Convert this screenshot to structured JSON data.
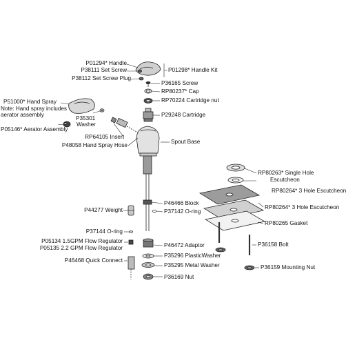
{
  "diagram": {
    "labels": {
      "handle": "P01294* Handle",
      "set_screw": "P38111 Set Screw",
      "set_screw_plug": "P38112 Set Screw Plug",
      "handle_kit": "P01298* Handle Kit",
      "screw": "P36165 Screw",
      "cap": "RP80237* Cap",
      "cartridge_nut": "RP70224 Cartridge nut",
      "cartridge": "P29248 Cartridge",
      "hand_spray": "P51000* Hand Spray",
      "hand_spray_note_1": "Note: Hand spray includes",
      "hand_spray_note_2": "aerator assembly",
      "washer_1": "P35301",
      "washer_2": "Washer",
      "aerator": "P05146* Aerator Assembly",
      "insert": "RP64105 Insert",
      "hose": "P48058 Hand Spray Hose",
      "spout_base": "Spout Base",
      "single_hole_esc_1": "RP80263* Single Hole",
      "single_hole_esc_2": "Escutcheon",
      "three_hole_esc_a": "RP80264* 3 Hole Escutcheon",
      "three_hole_esc_b": "RP80264* 3 Hole Escutcheon",
      "gasket": "RP80265 Gasket",
      "block": "P46466 Block",
      "weight": "P44277 Weight",
      "oring_1": "P37142 O-ring",
      "oring_2": "P37144 O-ring",
      "flow_reg_1": "P05134 1.5GPM Flow Regulator",
      "flow_reg_2": "P05135 2.2 GPM Flow Regulator",
      "adaptor": "P46472 Adaptor",
      "plastic_washer": "P35296 PlasticWasher",
      "quick_connect": "P46468 Quick Connect",
      "metal_washer": "P35295 Metal Washer",
      "nut": "P36169 Nut",
      "bolt": "P36158 Bolt",
      "mounting_nut": "P36159 Mounting Nut"
    }
  }
}
